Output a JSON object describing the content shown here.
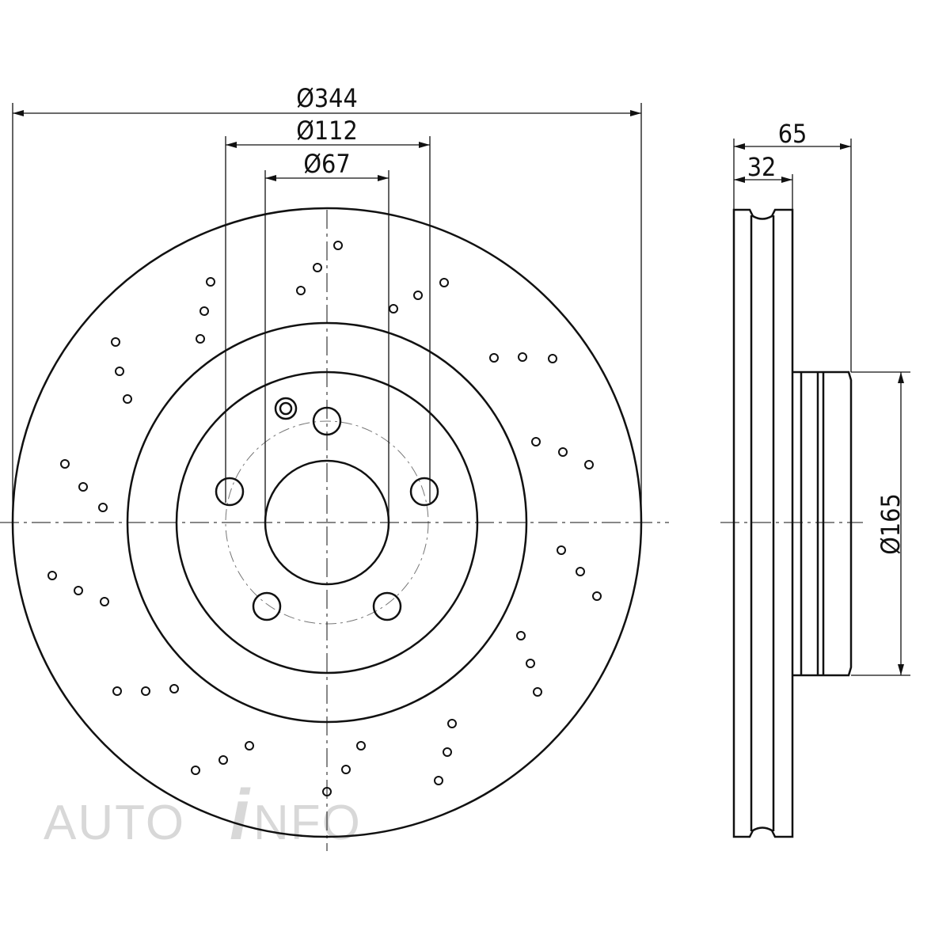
{
  "dimensions": {
    "outer_diameter": "Ø344",
    "bolt_circle_diameter": "Ø112",
    "center_bore_diameter": "Ø67",
    "total_height": "65",
    "disc_thickness": "32",
    "hat_diameter": "Ø165"
  },
  "watermark": {
    "text_left": "AUTO",
    "text_right": "NFO",
    "logo_letter": "i"
  },
  "colors": {
    "line": "#111111",
    "watermark": "#d8d8d8"
  }
}
